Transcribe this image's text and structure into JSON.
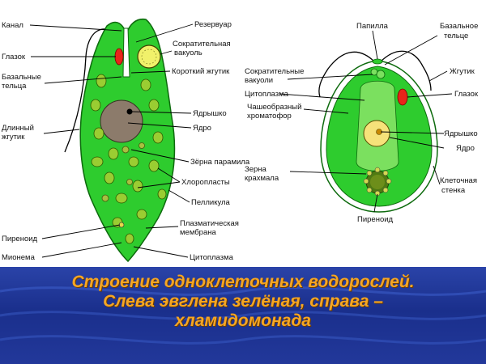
{
  "euglena": {
    "labels": {
      "channel": "Канал",
      "eyespot": "Глазок",
      "basal_bodies_1": "Базальные",
      "basal_bodies_2": "тельца",
      "long_flagellum_1": "Длинный",
      "long_flagellum_2": "жгутик",
      "pyrenoid": "Пиреноид",
      "myoneme": "Мионема",
      "reservoir": "Резервуар",
      "contractile_vacuole_1": "Сократительная",
      "contractile_vacuole_2": "вакуоль",
      "short_flagellum": "Короткий жгутик",
      "nucleolus": "Ядрышко",
      "nucleus": "Ядро",
      "paramylon": "Зёрна парамила",
      "chloroplasts": "Хлоропласты",
      "pellicle": "Пелликула",
      "plasma_membrane_1": "Плазматическая",
      "plasma_membrane_2": "мембрана",
      "cytoplasm": "Цитоплазма"
    }
  },
  "chlamydomonas": {
    "labels": {
      "papilla": "Папилла",
      "basal_body_1": "Базальное",
      "basal_body_2": "тельце",
      "flagellum": "Жгутик",
      "eyespot": "Глазок",
      "contractile_vacuoles_1": "Сократительные",
      "contractile_vacuoles_2": "вакуоли",
      "cytoplasm": "Цитоплазма",
      "cup_chromatophore_1": "Чашеобразный",
      "cup_chromatophore_2": "хроматофор",
      "nucleolus": "Ядрышко",
      "nucleus": "Ядро",
      "starch_grains_1": "Зерна",
      "starch_grains_2": "крахмала",
      "cell_wall_1": "Клеточная",
      "cell_wall_2": "стенка",
      "pyrenoid": "Пиреноид"
    }
  },
  "caption": {
    "line1": "Строение одноклеточных водорослей.",
    "line2": "Слева эвглена зелёная, справа –",
    "line3": "хламидомонада"
  },
  "colors": {
    "cell_green": "#2ecc2e",
    "chloroplast_green": "#9acd32",
    "nucleus_gray": "#8c7b6b",
    "eyespot_red": "#e8251a",
    "vacuole_yellow": "#f1f16a",
    "banner_blue": "#1f3596",
    "caption_orange": "#f5a623"
  }
}
